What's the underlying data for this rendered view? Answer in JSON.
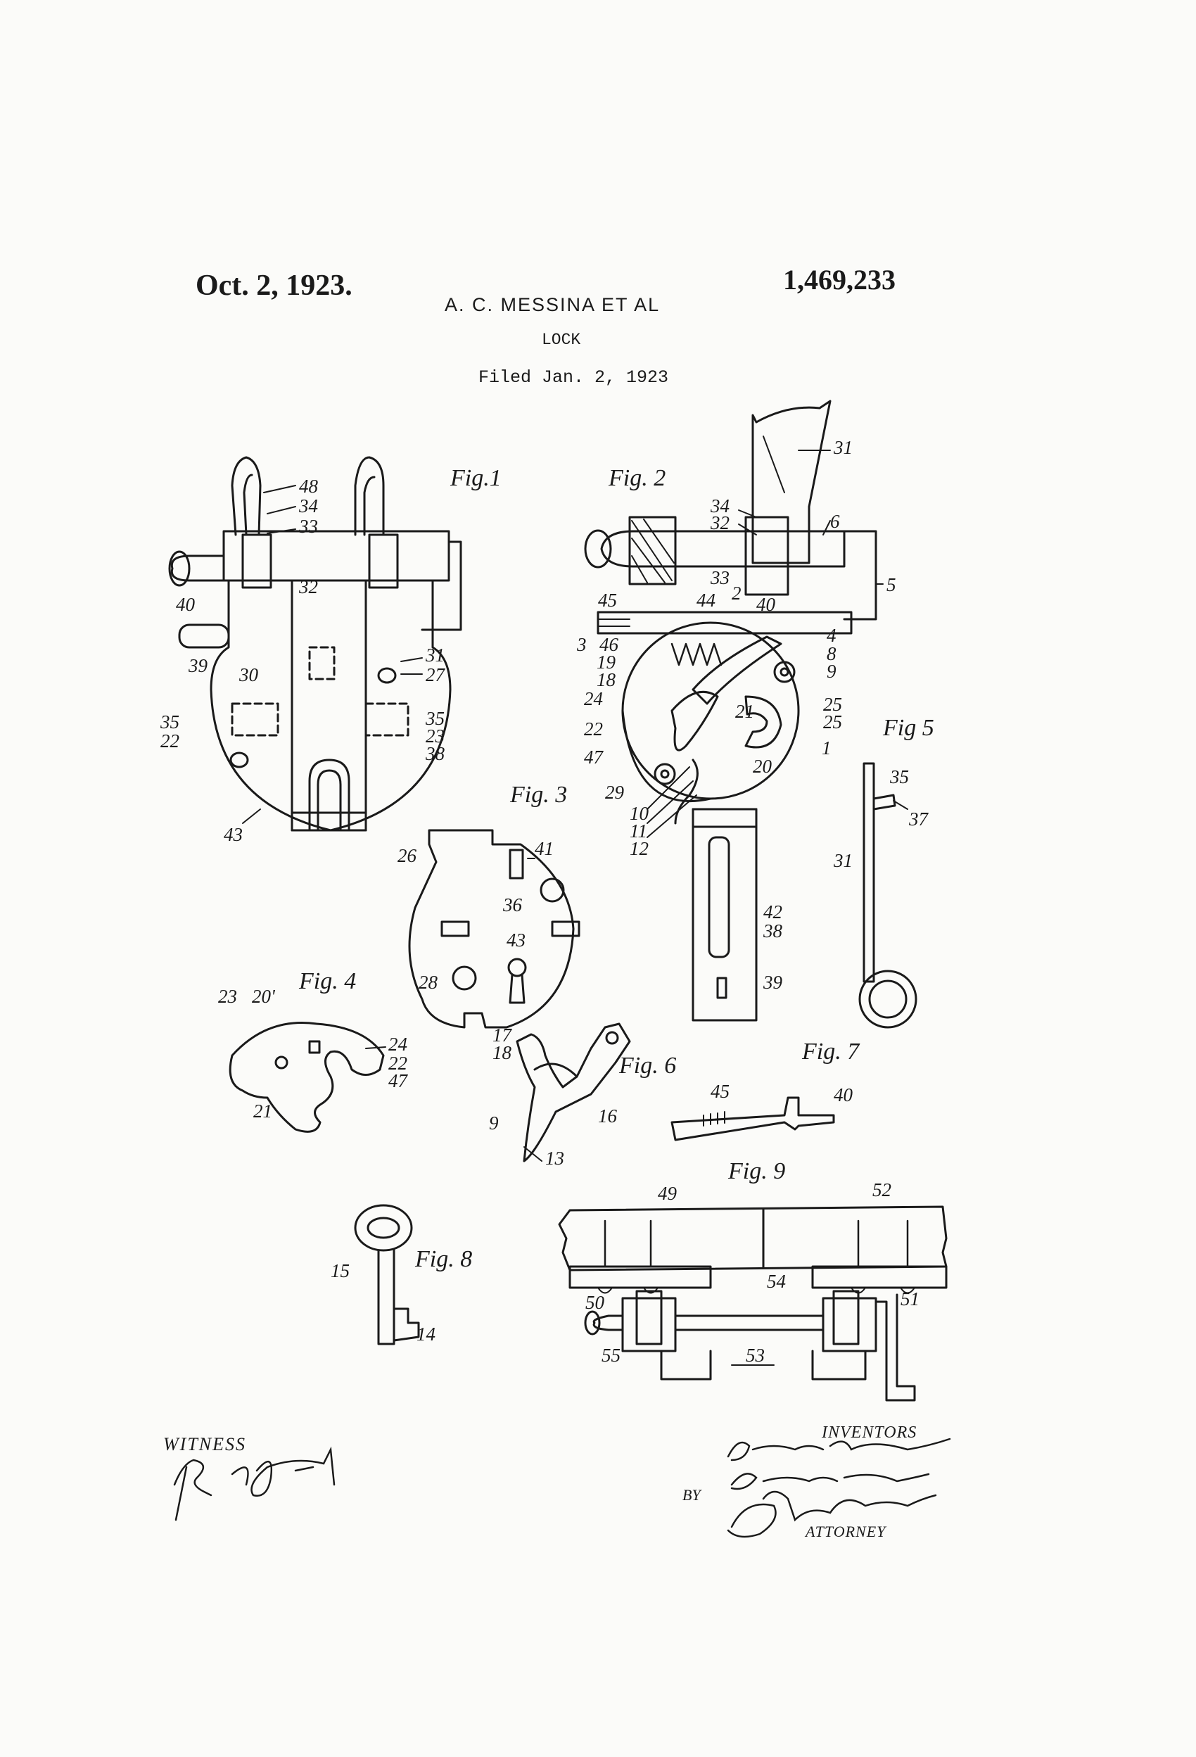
{
  "header": {
    "date": "Oct. 2, 1923.",
    "patent_number": "1,469,233",
    "inventors": "A. C. MESSINA ET AL",
    "title": "LOCK",
    "filed": "Filed Jan. 2, 1923"
  },
  "figures": {
    "fig1": "Fig.1",
    "fig2": "Fig. 2",
    "fig3": "Fig. 3",
    "fig4": "Fig. 4",
    "fig5": "Fig 5",
    "fig6": "Fig. 6",
    "fig7": "Fig. 7",
    "fig8": "Fig. 8",
    "fig9": "Fig. 9"
  },
  "refs": {
    "fig1": [
      "48",
      "34",
      "33",
      "32",
      "40",
      "39",
      "30",
      "31",
      "27",
      "35",
      "22",
      "35",
      "23",
      "38",
      "43"
    ],
    "fig2": [
      "31",
      "34",
      "32",
      "6",
      "33",
      "5",
      "45",
      "44",
      "2",
      "40",
      "3",
      "46",
      "4",
      "8",
      "19",
      "18",
      "9",
      "24",
      "21",
      "25",
      "25",
      "22",
      "1",
      "47",
      "20",
      "29",
      "10",
      "11",
      "12",
      "42",
      "38",
      "39"
    ],
    "fig3": [
      "26",
      "41",
      "36",
      "43",
      "28"
    ],
    "fig4": [
      "23",
      "20'",
      "24",
      "22",
      "47",
      "21"
    ],
    "fig5": [
      "35",
      "37",
      "31"
    ],
    "fig6": [
      "17",
      "18",
      "9",
      "16",
      "13"
    ],
    "fig7": [
      "45",
      "40"
    ],
    "fig8": [
      "15",
      "14"
    ],
    "fig9": [
      "49",
      "52",
      "50",
      "54",
      "51",
      "55",
      "53"
    ]
  },
  "footer": {
    "witness_label": "WITNESS",
    "witness_signature": "R. F. Dilworth",
    "inventors_label": "INVENTORS",
    "inventor_1": "Angelo C. Messina",
    "inventor_2": "Joseph Messina",
    "by_label": "BY",
    "attorney_signature": "Jas R. Snyder",
    "attorney_label": "ATTORNEY"
  },
  "colors": {
    "ink": "#1a1a1a",
    "paper": "#fbfbf9"
  }
}
